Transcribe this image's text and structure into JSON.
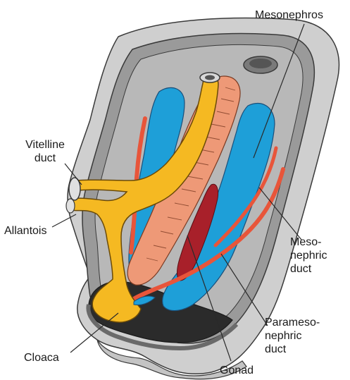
{
  "labels": {
    "mesonephros": "Mesonephros",
    "vitelline_duct_1": "Vitelline",
    "vitelline_duct_2": "duct",
    "allantois": "Allantois",
    "mesonephric_duct_1": "Meso-",
    "mesonephric_duct_2": "nephric",
    "mesonephric_duct_3": "duct",
    "paramesonephric_duct_1": "Parameso-",
    "paramesonephric_duct_2": "nephric",
    "paramesonephric_duct_3": "duct",
    "cloaca": "Cloaca",
    "gonad": "Gonad"
  },
  "colors": {
    "outer_tissue": "#c9c9c9",
    "inner_wall": "#9e9e9e",
    "mesonephros_blue": "#1e9fd8",
    "gut_yellow": "#f5b922",
    "hindgut_salmon": "#ee9977",
    "duct_red": "#e8553a",
    "gonad_dark_red": "#a8202a",
    "cavity_dark": "#2b2b2b",
    "outline": "#3a3a3a"
  }
}
